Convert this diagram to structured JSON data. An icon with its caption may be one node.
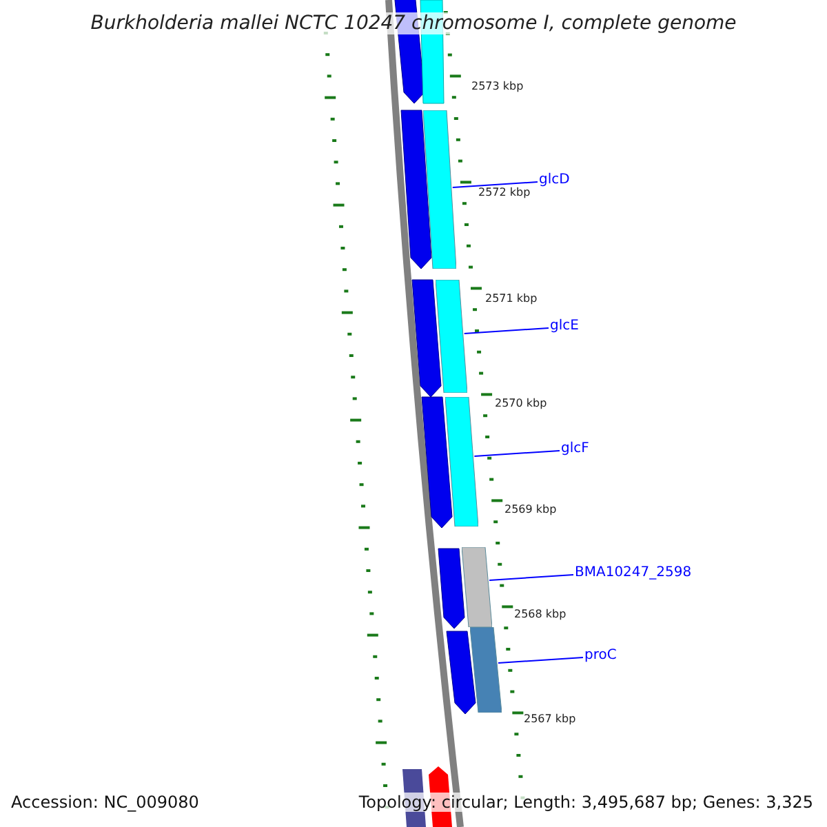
{
  "diagram": {
    "title": "Burkholderia mallei NCTC 10247 chromosome I, complete genome",
    "nodes": [
      {
        "text": [
          "glcD"
        ]
      },
      {
        "text": [],
        "shape": "bar"
      },
      {
        "text": [
          "glcE"
        ]
      },
      {
        "text": [],
        "shape": "bar"
      },
      {
        "text": [
          "glcF"
        ]
      },
      {
        "text": [],
        "shape": "bar"
      },
      {
        "text": [
          "BMA10247_2598"
        ]
      },
      {
        "text": [],
        "shape": "bar"
      },
      {
        "text": [
          "proC"
        ]
      },
      {
        "text": [],
        "shape": "bar"
      }
    ],
    "edges": [
      {
        "from": 0,
        "to": 1,
        "arrow": "none"
      },
      {
        "from": 2,
        "to": 3,
        "arrow": "none"
      },
      {
        "from": 4,
        "to": 5,
        "arrow": "none"
      },
      {
        "from": 6,
        "to": 7,
        "arrow": "none"
      },
      {
        "from": 8,
        "to": 9,
        "arrow": "none"
      }
    ],
    "labels": [
      "2573 kbp",
      "2572 kbp",
      "2571 kbp",
      "2570 kbp",
      "2569 kbp",
      "2568 kbp",
      "2567 kbp",
      "Accession: NC_009080",
      "Topology: circular; Length: 3,495,687 bp; Genes: 3,325"
    ]
  }
}
